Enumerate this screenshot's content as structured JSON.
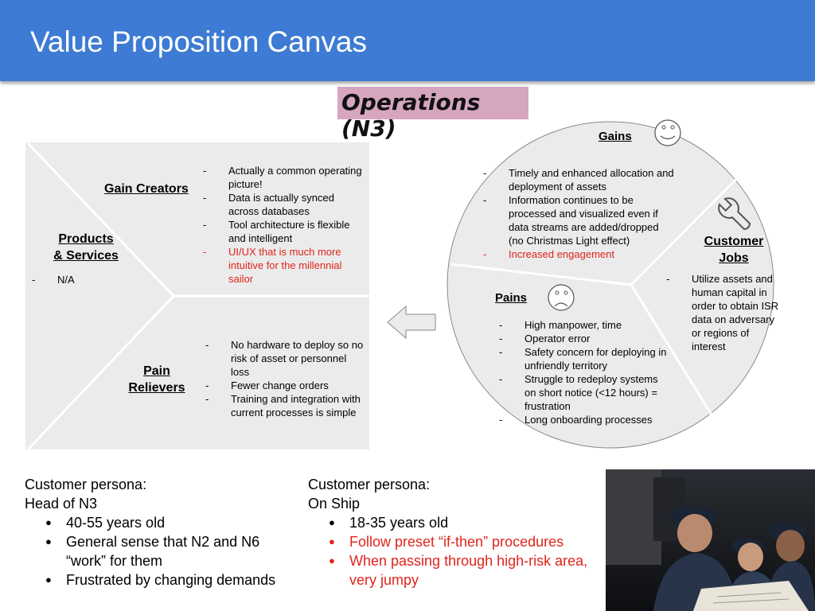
{
  "header": {
    "title": "Value Proposition Canvas"
  },
  "section_tag": "Operations (N3)",
  "value_map": {
    "products_services": {
      "label_line1": "Products",
      "label_line2": "& Services",
      "items": [
        "N/A"
      ]
    },
    "gain_creators": {
      "label": "Gain Creators",
      "items": [
        {
          "text": "Actually a common operating picture!",
          "color": "#000000"
        },
        {
          "text": "Data is actually synced across databases",
          "color": "#000000"
        },
        {
          "text": "Tool architecture is flexible and intelligent",
          "color": "#000000"
        },
        {
          "text": "UI/UX that is much more intuitive for the millennial sailor",
          "color": "#e0241c"
        }
      ]
    },
    "pain_relievers": {
      "label_line1": "Pain",
      "label_line2": "Relievers",
      "items": [
        "No hardware to deploy so no risk of asset or personnel loss",
        "Fewer change orders",
        "Training and integration with current processes  is simple"
      ]
    }
  },
  "customer_profile": {
    "gains": {
      "label": "Gains",
      "items": [
        {
          "text": "Timely and enhanced allocation and deployment of assets",
          "color": "#000000"
        },
        {
          "text": "Information continues to be processed and visualized even if data streams are added/dropped (no Christmas Light effect)",
          "color": "#000000"
        },
        {
          "text": "Increased engagement",
          "color": "#e0241c"
        }
      ]
    },
    "pains": {
      "label": "Pains",
      "items": [
        "High manpower, time",
        "Operator error",
        "Safety concern for deploying in unfriendly territory",
        "Struggle to redeploy systems on short notice (<12 hours) = frustration",
        "Long onboarding processes"
      ]
    },
    "customer_jobs": {
      "label_line1": "Customer",
      "label_line2": "Jobs",
      "items": [
        "Utilize assets and human capital in order to obtain ISR data on adversary or regions of interest"
      ]
    }
  },
  "personas": [
    {
      "line1": "Customer persona:",
      "line2": "Head of N3",
      "items": [
        {
          "text": "40-55 years old",
          "color": "#000000"
        },
        {
          "text": "General sense that N2 and N6 “work” for them",
          "color": "#000000"
        },
        {
          "text": "Frustrated by changing demands",
          "color": "#000000"
        }
      ]
    },
    {
      "line1": "Customer persona:",
      "line2": "On Ship",
      "items": [
        {
          "text": "18-35 years old",
          "color": "#000000"
        },
        {
          "text": "Follow preset “if-then” procedures",
          "color": "#e0241c"
        },
        {
          "text": "When passing through high-risk area, very jumpy",
          "color": "#e0241c"
        }
      ]
    }
  ],
  "colors": {
    "header": "#3d7bd4",
    "tag": "#d6a6c1",
    "panel": "#ebebeb",
    "accent_red": "#e0241c"
  },
  "icons": [
    "smiley-face-icon",
    "sad-face-icon",
    "wrench-icon",
    "arrow-left-icon"
  ]
}
